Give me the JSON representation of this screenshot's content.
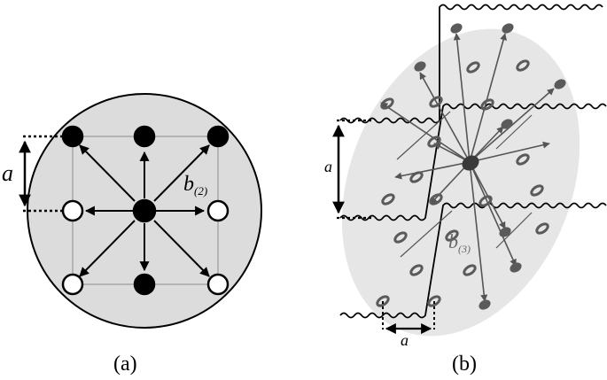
{
  "panel_a": {
    "caption": "(a)",
    "lattice_label": "a",
    "vector_label_main": "b",
    "vector_label_sub": "(2)"
  },
  "panel_b": {
    "caption": "(b)",
    "lattice_label_vertical": "a",
    "lattice_label_horizontal": "a",
    "vector_label_main": "b",
    "vector_label_sub": "(3)"
  },
  "colors": {
    "disk_fill": "#dcdcdc",
    "ellipse_fill": "#e6e6e6",
    "dark_point": "#000000",
    "gray_point": "#5a5a5a",
    "grid_line": "#9a9a9a",
    "vector_gray": "#555555"
  }
}
